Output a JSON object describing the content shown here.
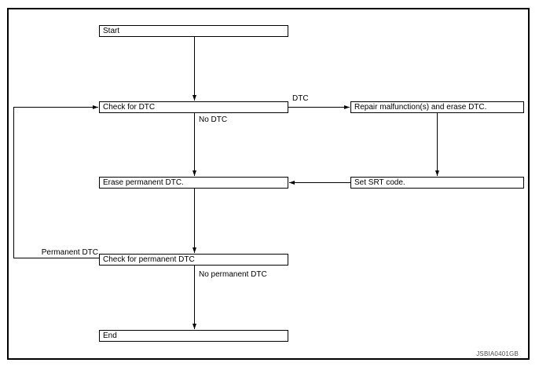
{
  "diagram": {
    "nodes": {
      "start": "Start",
      "check_dtc": "Check for DTC",
      "repair": "Repair malfunction(s) and erase DTC.",
      "erase_permanent": "Erase permanent DTC.",
      "set_srt": "Set SRT code.",
      "check_permanent": "Check for permanent DTC",
      "end": "End"
    },
    "edge_labels": {
      "dtc": "DTC",
      "no_dtc": "No DTC",
      "permanent_dtc": "Permanent DTC",
      "no_permanent_dtc": "No permanent DTC"
    },
    "figure_code": "JSBIA0401GB",
    "colors": {
      "line": "#000000",
      "box_border": "#000000",
      "background": "#ffffff",
      "figure_code_text": "#4a4a4a"
    }
  }
}
